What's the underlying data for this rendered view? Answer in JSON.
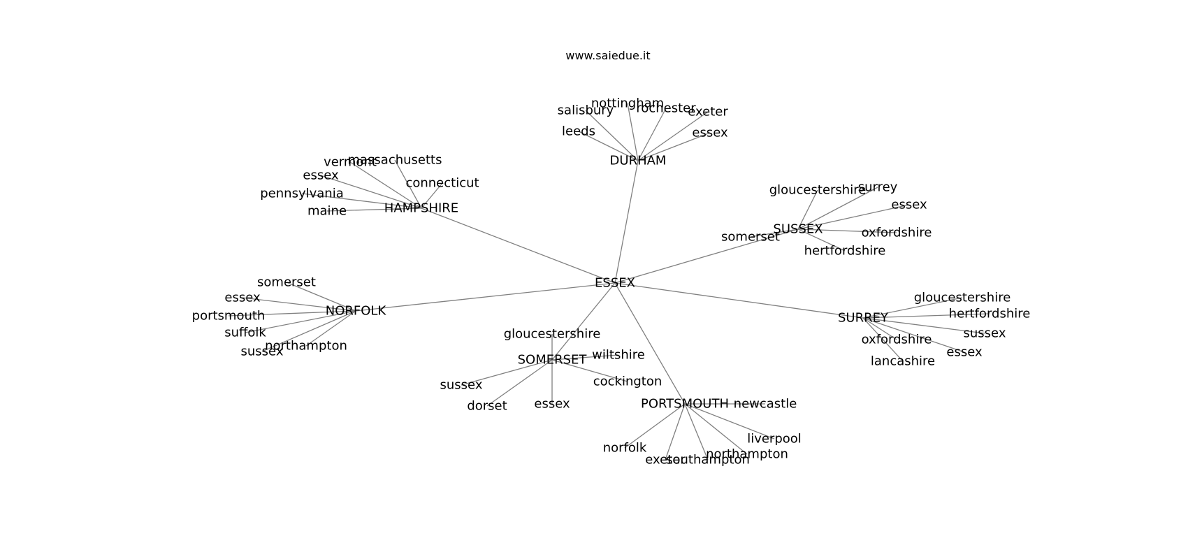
{
  "watermark": "www.saiedue.it",
  "edge_color": "#808080",
  "text_color": "#000000",
  "nodes": [
    {
      "id": "essex",
      "label": "ESSEX"
    },
    {
      "id": "durham",
      "label": "DURHAM"
    },
    {
      "id": "hampshire",
      "label": "HAMPSHIRE"
    },
    {
      "id": "sussex",
      "label": "SUSSEX"
    },
    {
      "id": "norfolk",
      "label": "NORFOLK"
    },
    {
      "id": "surrey",
      "label": "SURREY"
    },
    {
      "id": "somerset",
      "label": "SOMERSET"
    },
    {
      "id": "portsmouth",
      "label": "PORTSMOUTH"
    },
    {
      "id": "durham-salisbury",
      "label": "salisbury"
    },
    {
      "id": "durham-nottingham",
      "label": "nottingham"
    },
    {
      "id": "durham-rochester",
      "label": "rochester"
    },
    {
      "id": "durham-exeter",
      "label": "exeter"
    },
    {
      "id": "durham-leeds",
      "label": "leeds"
    },
    {
      "id": "durham-essex",
      "label": "essex"
    },
    {
      "id": "hampshire-vermont",
      "label": "vermont"
    },
    {
      "id": "hampshire-massachusetts",
      "label": "massachusetts"
    },
    {
      "id": "hampshire-essex",
      "label": "essex"
    },
    {
      "id": "hampshire-connecticut",
      "label": "connecticut"
    },
    {
      "id": "hampshire-pennsylvania",
      "label": "pennsylvania"
    },
    {
      "id": "hampshire-maine",
      "label": "maine"
    },
    {
      "id": "sussex-gloucestershire",
      "label": "gloucestershire"
    },
    {
      "id": "sussex-surrey",
      "label": "surrey"
    },
    {
      "id": "sussex-essex",
      "label": "essex"
    },
    {
      "id": "sussex-somerset",
      "label": "somerset"
    },
    {
      "id": "sussex-oxfordshire",
      "label": "oxfordshire"
    },
    {
      "id": "sussex-hertfordshire",
      "label": "hertfordshire"
    },
    {
      "id": "norfolk-somerset",
      "label": "somerset"
    },
    {
      "id": "norfolk-essex",
      "label": "essex"
    },
    {
      "id": "norfolk-portsmouth",
      "label": "portsmouth"
    },
    {
      "id": "norfolk-suffolk",
      "label": "suffolk"
    },
    {
      "id": "norfolk-northampton",
      "label": "northampton"
    },
    {
      "id": "norfolk-sussex",
      "label": "sussex"
    },
    {
      "id": "surrey-gloucestershire",
      "label": "gloucestershire"
    },
    {
      "id": "surrey-hertfordshire",
      "label": "hertfordshire"
    },
    {
      "id": "surrey-sussex",
      "label": "sussex"
    },
    {
      "id": "surrey-oxfordshire",
      "label": "oxfordshire"
    },
    {
      "id": "surrey-essex",
      "label": "essex"
    },
    {
      "id": "surrey-lancashire",
      "label": "lancashire"
    },
    {
      "id": "somerset-gloucestershire",
      "label": "gloucestershire"
    },
    {
      "id": "somerset-wiltshire",
      "label": "wiltshire"
    },
    {
      "id": "somerset-sussex",
      "label": "sussex"
    },
    {
      "id": "somerset-cockington",
      "label": "cockington"
    },
    {
      "id": "somerset-dorset",
      "label": "dorset"
    },
    {
      "id": "somerset-essex",
      "label": "essex"
    },
    {
      "id": "portsmouth-newcastle",
      "label": "newcastle"
    },
    {
      "id": "portsmouth-liverpool",
      "label": "liverpool"
    },
    {
      "id": "portsmouth-norfolk",
      "label": "norfolk"
    },
    {
      "id": "portsmouth-northampton",
      "label": "northampton"
    },
    {
      "id": "portsmouth-exeter",
      "label": "exeter"
    },
    {
      "id": "portsmouth-southampton",
      "label": "southampton"
    }
  ],
  "edges": [
    [
      "essex",
      "durham"
    ],
    [
      "essex",
      "hampshire"
    ],
    [
      "essex",
      "sussex"
    ],
    [
      "essex",
      "norfolk"
    ],
    [
      "essex",
      "surrey"
    ],
    [
      "essex",
      "somerset"
    ],
    [
      "essex",
      "portsmouth"
    ],
    [
      "durham",
      "durham-salisbury"
    ],
    [
      "durham",
      "durham-nottingham"
    ],
    [
      "durham",
      "durham-rochester"
    ],
    [
      "durham",
      "durham-exeter"
    ],
    [
      "durham",
      "durham-leeds"
    ],
    [
      "durham",
      "durham-essex"
    ],
    [
      "hampshire",
      "hampshire-vermont"
    ],
    [
      "hampshire",
      "hampshire-massachusetts"
    ],
    [
      "hampshire",
      "hampshire-essex"
    ],
    [
      "hampshire",
      "hampshire-connecticut"
    ],
    [
      "hampshire",
      "hampshire-pennsylvania"
    ],
    [
      "hampshire",
      "hampshire-maine"
    ],
    [
      "sussex",
      "sussex-gloucestershire"
    ],
    [
      "sussex",
      "sussex-surrey"
    ],
    [
      "sussex",
      "sussex-essex"
    ],
    [
      "sussex",
      "sussex-somerset"
    ],
    [
      "sussex",
      "sussex-oxfordshire"
    ],
    [
      "sussex",
      "sussex-hertfordshire"
    ],
    [
      "norfolk",
      "norfolk-somerset"
    ],
    [
      "norfolk",
      "norfolk-essex"
    ],
    [
      "norfolk",
      "norfolk-portsmouth"
    ],
    [
      "norfolk",
      "norfolk-suffolk"
    ],
    [
      "norfolk",
      "norfolk-northampton"
    ],
    [
      "norfolk",
      "norfolk-sussex"
    ],
    [
      "surrey",
      "surrey-gloucestershire"
    ],
    [
      "surrey",
      "surrey-hertfordshire"
    ],
    [
      "surrey",
      "surrey-sussex"
    ],
    [
      "surrey",
      "surrey-oxfordshire"
    ],
    [
      "surrey",
      "surrey-essex"
    ],
    [
      "surrey",
      "surrey-lancashire"
    ],
    [
      "somerset",
      "somerset-gloucestershire"
    ],
    [
      "somerset",
      "somerset-wiltshire"
    ],
    [
      "somerset",
      "somerset-sussex"
    ],
    [
      "somerset",
      "somerset-cockington"
    ],
    [
      "somerset",
      "somerset-dorset"
    ],
    [
      "somerset",
      "somerset-essex"
    ],
    [
      "portsmouth",
      "portsmouth-newcastle"
    ],
    [
      "portsmouth",
      "portsmouth-liverpool"
    ],
    [
      "portsmouth",
      "portsmouth-norfolk"
    ],
    [
      "portsmouth",
      "portsmouth-northampton"
    ],
    [
      "portsmouth",
      "portsmouth-exeter"
    ],
    [
      "portsmouth",
      "portsmouth-southampton"
    ]
  ]
}
